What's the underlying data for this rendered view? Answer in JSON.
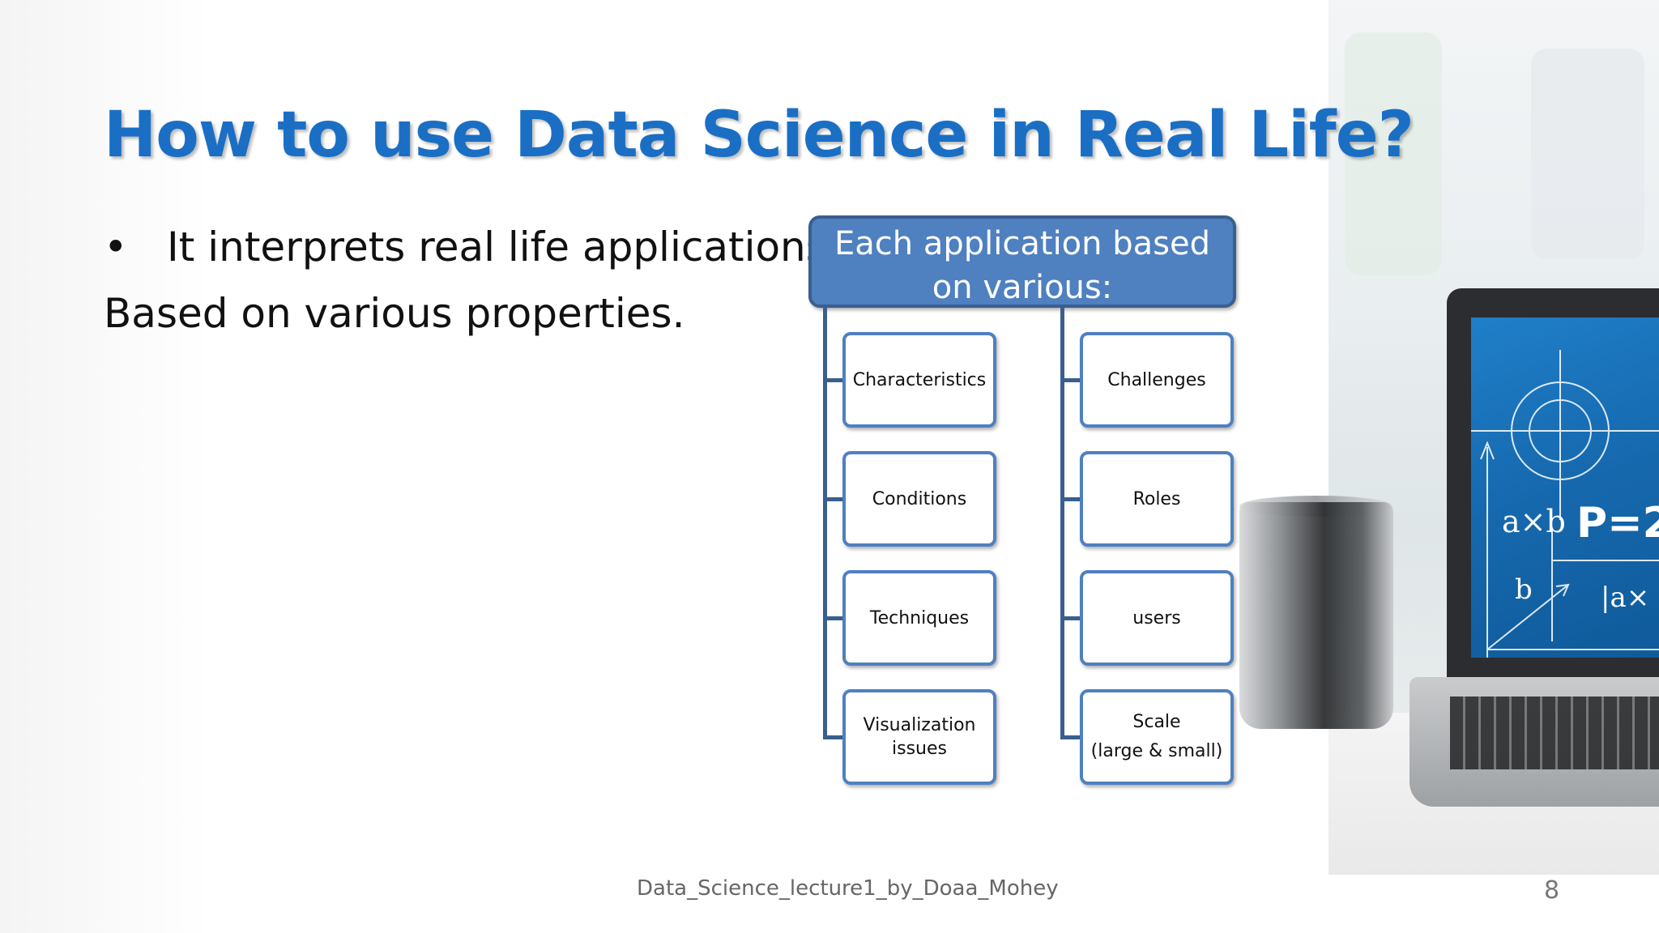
{
  "slide": {
    "title": "How to use Data Science in Real Life?",
    "bullet_symbol": "•",
    "bullet_text": "It interprets real life applications,",
    "continuation": "Based on various properties.",
    "diagram": {
      "header_line1": "Each application based",
      "header_line2": "on various:",
      "left_items": [
        "Characteristics",
        "Conditions",
        "Techniques",
        "Visualization issues"
      ],
      "right_items": [
        "Challenges",
        "Roles",
        "users",
        "Scale",
        "(large & small)"
      ]
    },
    "footer": "Data_Science_lecture1_by_Doaa_Mohey",
    "page_number": "8"
  },
  "colors": {
    "title": "#1a6fc4",
    "header_fill": "#4f80c0",
    "connector": "#3a5f8e"
  }
}
